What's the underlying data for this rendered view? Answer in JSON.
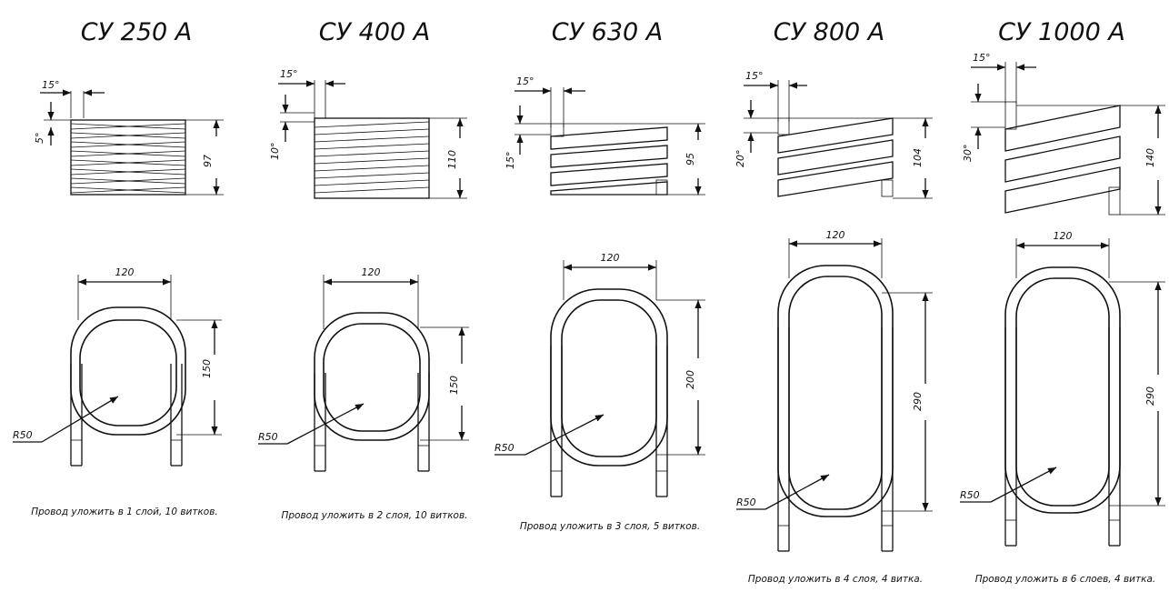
{
  "panels": [
    {
      "title": "СУ 250 А",
      "angle_top": "15°",
      "angle_side": "5°",
      "height": "97",
      "width": "120",
      "length": "150",
      "radius": "R50",
      "note": "Провод уложить в 1 слой, 10 витков."
    },
    {
      "title": "СУ 400 А",
      "angle_top": "15°",
      "angle_side": "10°",
      "height": "110",
      "width": "120",
      "length": "150",
      "radius": "R50",
      "note": "Провод уложить в 2 слоя, 10 витков."
    },
    {
      "title": "СУ 630 А",
      "angle_top": "15°",
      "angle_side": "15°",
      "height": "95",
      "width": "120",
      "length": "200",
      "radius": "R50",
      "note": "Провод уложить в 3 слоя, 5 витков."
    },
    {
      "title": "СУ 800 А",
      "angle_top": "15°",
      "angle_side": "20°",
      "height": "104",
      "width": "120",
      "length": "290",
      "radius": "R50",
      "note": "Провод уложить в 4 слоя, 4 витка."
    },
    {
      "title": "СУ 1000 А",
      "angle_top": "15°",
      "angle_side": "30°",
      "height": "140",
      "width": "120",
      "length": "290",
      "radius": "R50",
      "note": "Провод уложить в 6 слоев, 4 витка."
    }
  ]
}
